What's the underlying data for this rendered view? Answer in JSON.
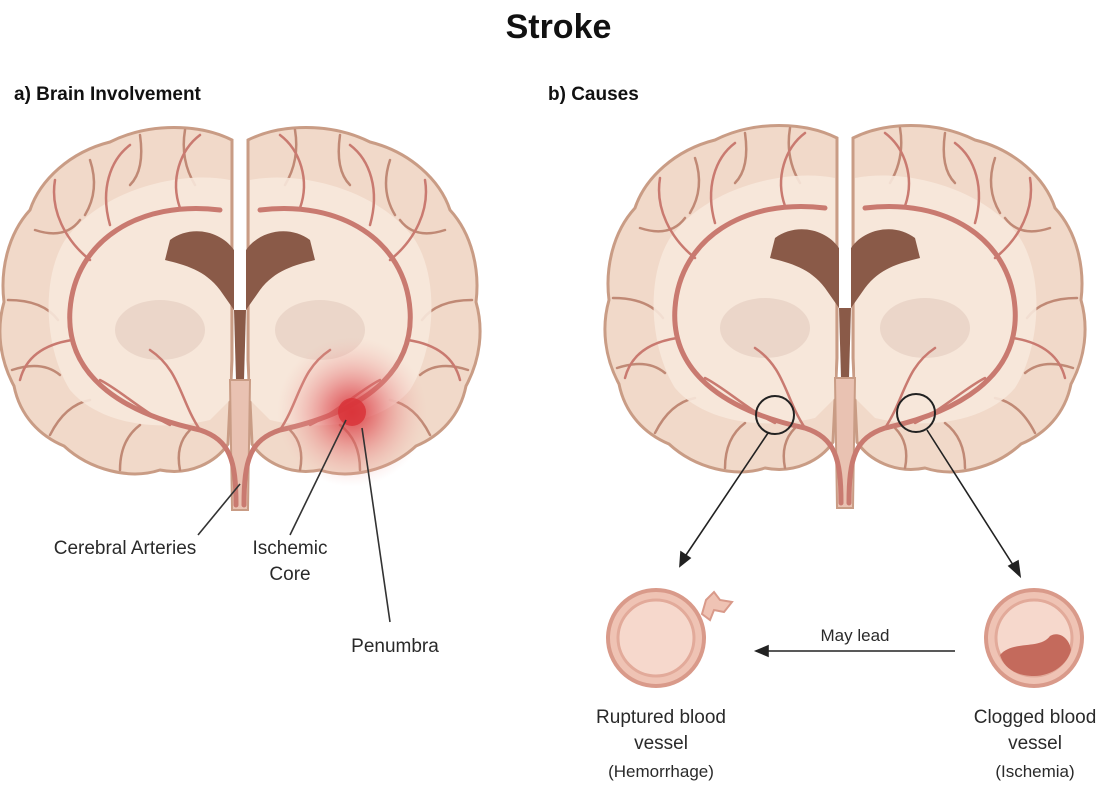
{
  "title": "Stroke",
  "panel_a": {
    "heading": "a) Brain Involvement",
    "labels": {
      "cerebral_arteries": "Cerebral Arteries",
      "ischemic_core_line1": "Ischemic",
      "ischemic_core_line2": "Core",
      "penumbra": "Penumbra"
    }
  },
  "panel_b": {
    "heading": "b) Causes",
    "arrow_label": "May lead",
    "ruptured": {
      "line1": "Ruptured blood",
      "line2": "vessel",
      "note": "(Hemorrhage)"
    },
    "clogged": {
      "line1": "Clogged blood",
      "line2": "vessel",
      "note": "(Ischemia)"
    }
  },
  "colors": {
    "brain_fill": "#f1d9c9",
    "brain_edge": "#c99c85",
    "sulci": "#c08975",
    "artery": "#c97a70",
    "ventricle": "#8a5a48",
    "stroke_core": "#d9343a",
    "vessel_fill": "#efc3b4",
    "vessel_wall": "#d99a8a",
    "clot": "#c46a5c"
  }
}
